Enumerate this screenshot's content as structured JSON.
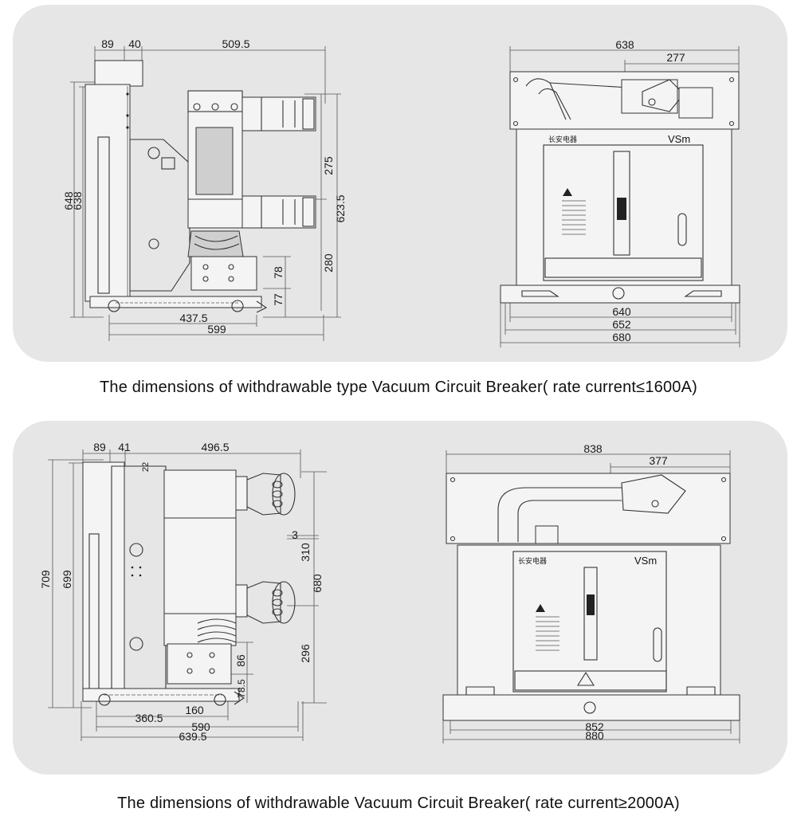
{
  "captions": {
    "top": "The dimensions of withdrawable type Vacuum Circuit Breaker( rate current≤1600A)",
    "bottom": "The dimensions of withdrawable Vacuum Circuit Breaker( rate current≥2000A)"
  },
  "brand_label": "VSm",
  "top_side_dims": {
    "d89": "89",
    "d40": "40",
    "d509_5": "509.5",
    "d648": "648",
    "d638": "638",
    "d275": "275",
    "d623_5": "623.5",
    "d280": "280",
    "d78": "78",
    "d77": "77",
    "d437_5": "437.5",
    "d599": "599"
  },
  "top_front_dims": {
    "d638": "638",
    "d277": "277",
    "d640": "640",
    "d652": "652",
    "d680": "680"
  },
  "bottom_side_dims": {
    "d89": "89",
    "d41": "41",
    "d496_5": "496.5",
    "d22": "22",
    "d709": "709",
    "d699": "699",
    "d3": "3",
    "d310": "310",
    "d680": "680",
    "d296": "296",
    "d86": "86",
    "d78_5": "78.5",
    "d160": "160",
    "d360_5": "360.5",
    "d590": "590",
    "d639_5": "639.5"
  },
  "bottom_front_dims": {
    "d838": "838",
    "d377": "377",
    "d852": "852",
    "d880": "880"
  }
}
